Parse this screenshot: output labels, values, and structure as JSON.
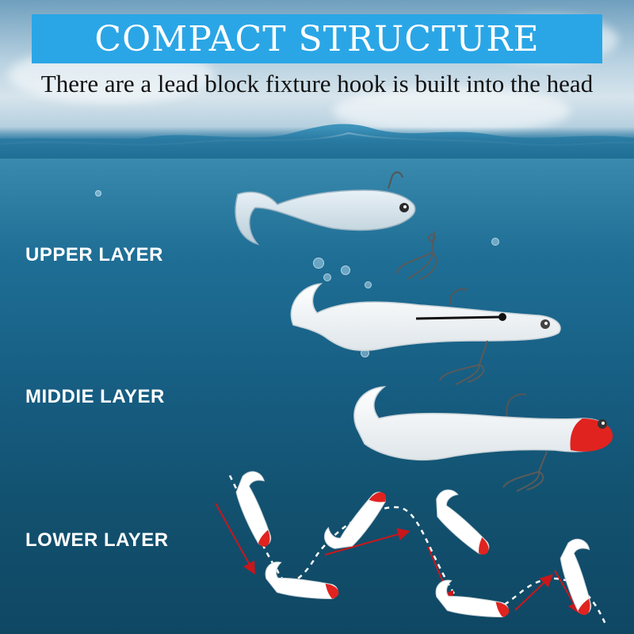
{
  "banner": {
    "title": "COMPACT STRUCTURE",
    "color": "#2aa6e6"
  },
  "subtitle": "There are a lead block fixture hook is built into the head",
  "layers": [
    {
      "label": "UPPER LAYER"
    },
    {
      "label": "MIDDIE LAYER"
    },
    {
      "label": "LOWER LAYER"
    }
  ],
  "colors": {
    "lure_body": "#ffffff",
    "lure_head_red": "#e0231f",
    "arrow_red": "#c8171b"
  }
}
